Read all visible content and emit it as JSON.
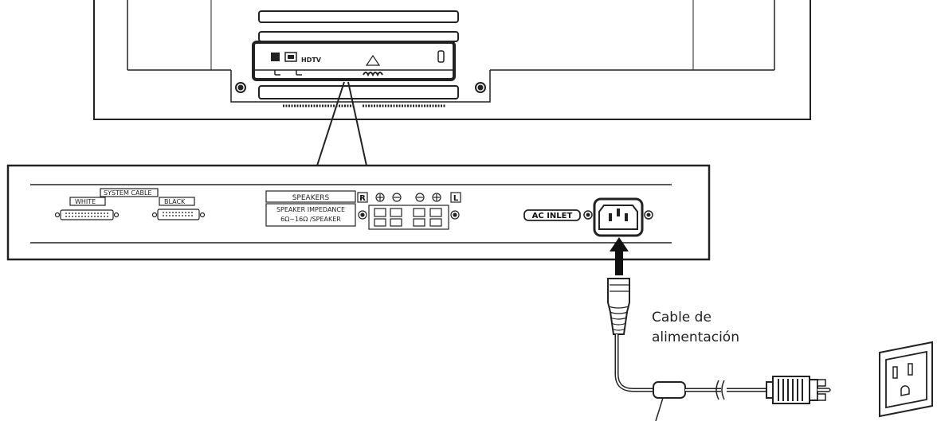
{
  "panel": {
    "system_cable_label": "SYSTEM CABLE",
    "white_label": "WHITE",
    "black_label": "BLACK",
    "speakers_title": "SPEAKERS",
    "speaker_impedance_line1": "SPEAKER IMPEDANCE",
    "speaker_impedance_line2": "6Ω~16Ω /SPEAKER",
    "right_label": "R",
    "left_label": "L",
    "ac_inlet_label": "AC INLET"
  },
  "monitor": {
    "hdtv_label": "HDTV"
  },
  "callout": {
    "line1": "Cable de",
    "line2": "alimentación"
  },
  "icons": [
    "plus-terminal-icon",
    "minus-terminal-icon",
    "arrow-up-icon",
    "wall-outlet-icon",
    "power-plug-icon"
  ]
}
